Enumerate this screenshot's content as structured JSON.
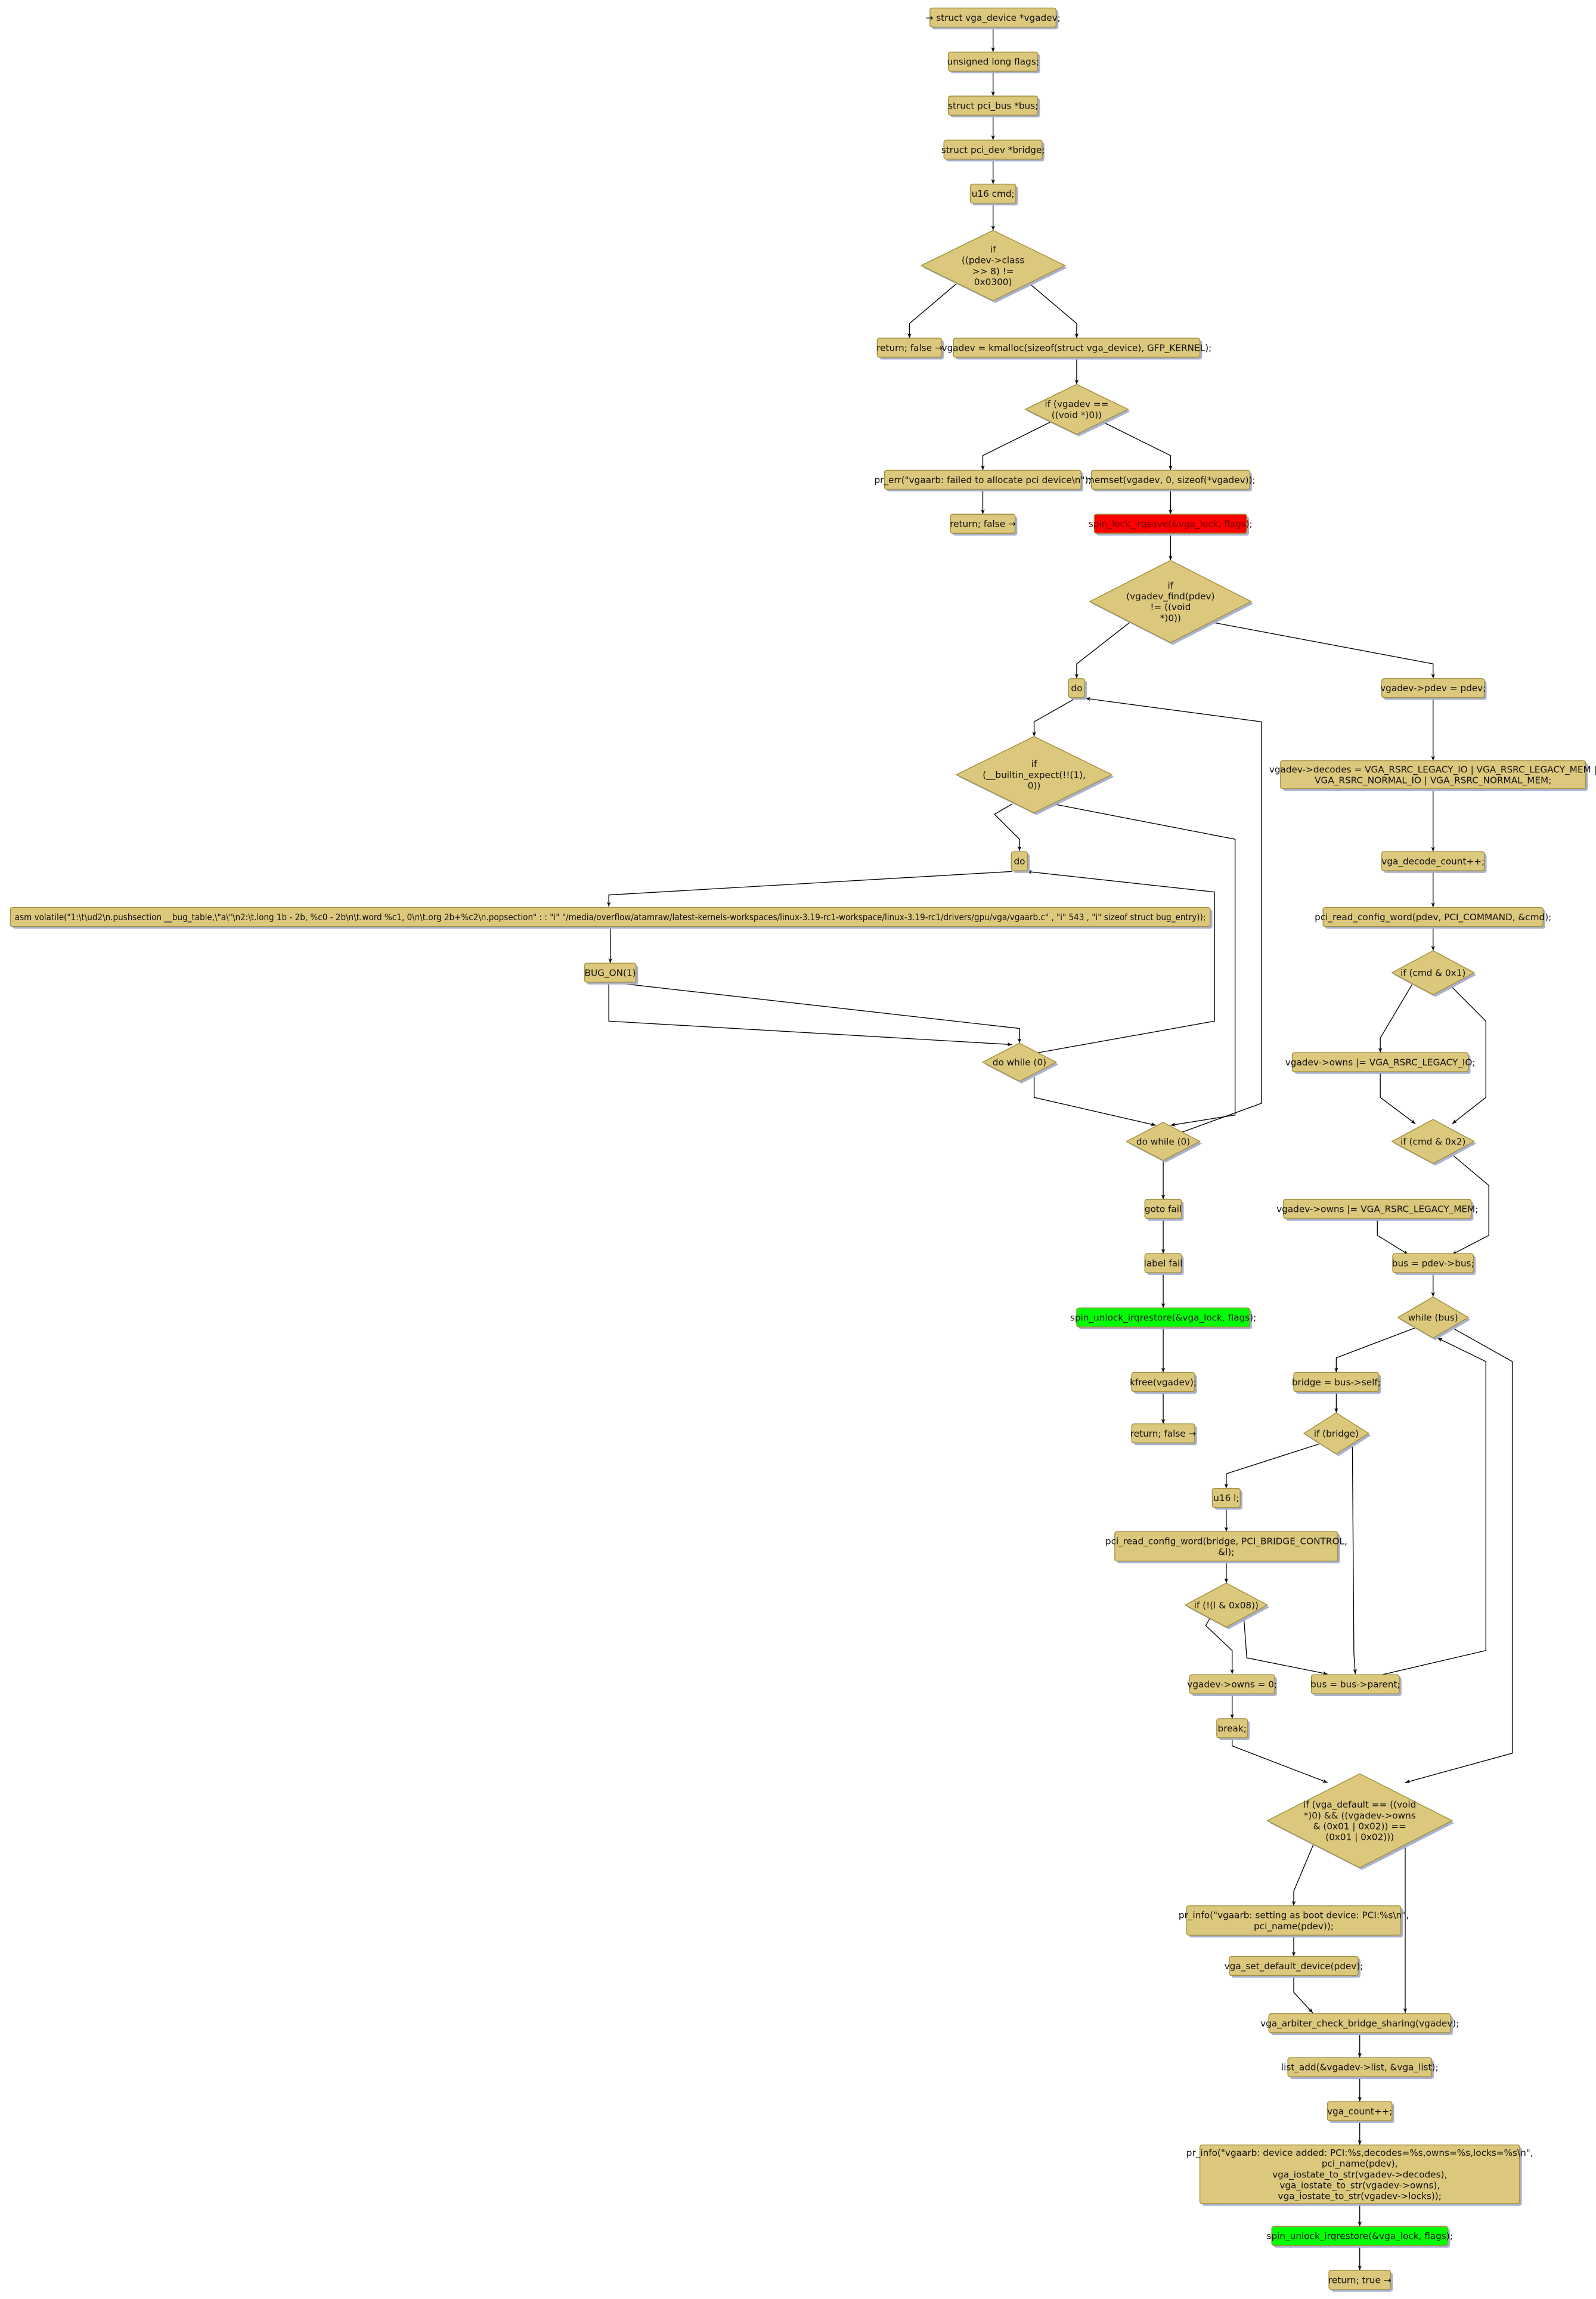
{
  "colors": {
    "node_fill": "#dcc87c",
    "lock_fill": "#ff0000",
    "unlock_fill": "#00ff00"
  },
  "nodes": [
    {
      "id": "n1",
      "kind": "box",
      "lines": [
        "→ struct vga_device *vgadev;"
      ]
    },
    {
      "id": "n2",
      "kind": "box",
      "lines": [
        "unsigned long flags;"
      ]
    },
    {
      "id": "n3",
      "kind": "box",
      "lines": [
        "struct pci_bus *bus;"
      ]
    },
    {
      "id": "n4",
      "kind": "box",
      "lines": [
        "struct pci_dev *bridge;"
      ]
    },
    {
      "id": "n5",
      "kind": "box",
      "lines": [
        "u16 cmd;"
      ]
    },
    {
      "id": "n6",
      "kind": "decision",
      "lines": [
        "if",
        "((pdev->class",
        ">> 8) !=",
        "0x0300)"
      ]
    },
    {
      "id": "n7",
      "kind": "box",
      "lines": [
        "return; false →"
      ]
    },
    {
      "id": "n8",
      "kind": "box",
      "lines": [
        "vgadev = kmalloc(sizeof(struct vga_device), GFP_KERNEL);"
      ]
    },
    {
      "id": "n9",
      "kind": "decision",
      "lines": [
        "if (vgadev ==",
        "((void *)0))"
      ]
    },
    {
      "id": "n10",
      "kind": "box",
      "lines": [
        "pr_err(\"vgaarb: failed to allocate pci device\\n\");"
      ]
    },
    {
      "id": "n11",
      "kind": "box",
      "lines": [
        "memset(vgadev, 0, sizeof(*vgadev));"
      ]
    },
    {
      "id": "n12",
      "kind": "box",
      "lines": [
        "return; false →"
      ]
    },
    {
      "id": "n13",
      "kind": "lock",
      "lines": [
        "spin_lock_irqsave(&vga_lock, flags);"
      ]
    },
    {
      "id": "n14",
      "kind": "decision",
      "lines": [
        "if",
        "(vgadev_find(pdev)",
        "!= ((void",
        "*)0))"
      ]
    },
    {
      "id": "n15",
      "kind": "box",
      "lines": [
        "do"
      ]
    },
    {
      "id": "n16",
      "kind": "box",
      "lines": [
        "vgadev->pdev = pdev;"
      ]
    },
    {
      "id": "n17",
      "kind": "decision",
      "lines": [
        "if",
        "(__builtin_expect(!!(1),",
        "0))"
      ]
    },
    {
      "id": "n18",
      "kind": "box",
      "lines": [
        "vgadev->decodes = VGA_RSRC_LEGACY_IO | VGA_RSRC_LEGACY_MEM |",
        "VGA_RSRC_NORMAL_IO | VGA_RSRC_NORMAL_MEM;"
      ]
    },
    {
      "id": "n19",
      "kind": "box",
      "lines": [
        "do"
      ]
    },
    {
      "id": "n20",
      "kind": "box",
      "lines": [
        "vga_decode_count++;"
      ]
    },
    {
      "id": "n21",
      "kind": "box",
      "lines": [
        "asm volatile(\"1:\\t\\ud2\\n.pushsection __bug_table,\\\"a\\\"\\n2:\\t.long 1b - 2b, %c0 - 2b\\n\\t.word %c1, 0\\n\\t.org 2b+%c2\\n.popsection\" : : \"i\" \"/media/overflow/atamraw/latest-kernels-workspaces/linux-3.19-rc1-workspace/linux-3.19-rc1/drivers/gpu/vga/vgaarb.c\" , \"i\" 543 , \"i\" sizeof struct bug_entry));"
      ]
    },
    {
      "id": "n22",
      "kind": "box",
      "lines": [
        "pci_read_config_word(pdev, PCI_COMMAND, &cmd);"
      ]
    },
    {
      "id": "n23",
      "kind": "box",
      "lines": [
        "BUG_ON(1)"
      ]
    },
    {
      "id": "n24",
      "kind": "decision",
      "lines": [
        "if (cmd & 0x1)"
      ]
    },
    {
      "id": "n25",
      "kind": "decision",
      "lines": [
        "do while (0)"
      ]
    },
    {
      "id": "n26",
      "kind": "box",
      "lines": [
        "vgadev->owns |= VGA_RSRC_LEGACY_IO;"
      ]
    },
    {
      "id": "n27",
      "kind": "decision",
      "lines": [
        "do while (0)"
      ]
    },
    {
      "id": "n28",
      "kind": "decision",
      "lines": [
        "if (cmd & 0x2)"
      ]
    },
    {
      "id": "n29",
      "kind": "box",
      "lines": [
        "goto fail"
      ]
    },
    {
      "id": "n30",
      "kind": "box",
      "lines": [
        "vgadev->owns |= VGA_RSRC_LEGACY_MEM;"
      ]
    },
    {
      "id": "n31",
      "kind": "box",
      "lines": [
        "label fail"
      ]
    },
    {
      "id": "n32",
      "kind": "box",
      "lines": [
        "bus = pdev->bus;"
      ]
    },
    {
      "id": "n33",
      "kind": "unlock",
      "lines": [
        "spin_unlock_irqrestore(&vga_lock, flags);"
      ]
    },
    {
      "id": "n34",
      "kind": "decision",
      "lines": [
        "while (bus)"
      ]
    },
    {
      "id": "n35",
      "kind": "box",
      "lines": [
        "kfree(vgadev);"
      ]
    },
    {
      "id": "n36",
      "kind": "box",
      "lines": [
        "bridge = bus->self;"
      ]
    },
    {
      "id": "n37",
      "kind": "box",
      "lines": [
        "return; false →"
      ]
    },
    {
      "id": "n38",
      "kind": "decision",
      "lines": [
        "if (bridge)"
      ]
    },
    {
      "id": "n39",
      "kind": "box",
      "lines": [
        "u16 l;"
      ]
    },
    {
      "id": "n40",
      "kind": "box",
      "lines": [
        "pci_read_config_word(bridge, PCI_BRIDGE_CONTROL,",
        "&l);"
      ]
    },
    {
      "id": "n41",
      "kind": "decision",
      "lines": [
        "if (!(l & 0x08))"
      ]
    },
    {
      "id": "n42",
      "kind": "box",
      "lines": [
        "vgadev->owns = 0;"
      ]
    },
    {
      "id": "n43",
      "kind": "box",
      "lines": [
        "bus = bus->parent;"
      ]
    },
    {
      "id": "n44",
      "kind": "box",
      "lines": [
        "break;"
      ]
    },
    {
      "id": "n45",
      "kind": "decision",
      "lines": [
        "if (vga_default == ((void",
        "*)0) && ((vgadev->owns",
        "& (0x01 | 0x02)) ==",
        "(0x01 | 0x02)))"
      ]
    },
    {
      "id": "n46",
      "kind": "box",
      "lines": [
        "pr_info(\"vgaarb: setting as boot device: PCI:%s\\n\",",
        "pci_name(pdev));"
      ]
    },
    {
      "id": "n47",
      "kind": "box",
      "lines": [
        "vga_set_default_device(pdev);"
      ]
    },
    {
      "id": "n48",
      "kind": "box",
      "lines": [
        "vga_arbiter_check_bridge_sharing(vgadev);"
      ]
    },
    {
      "id": "n49",
      "kind": "box",
      "lines": [
        "list_add(&vgadev->list, &vga_list);"
      ]
    },
    {
      "id": "n50",
      "kind": "box",
      "lines": [
        "vga_count++;"
      ]
    },
    {
      "id": "n51",
      "kind": "box",
      "lines": [
        "pr_info(\"vgaarb: device added: PCI:%s,decodes=%s,owns=%s,locks=%s\\n\",",
        "pci_name(pdev),",
        "vga_iostate_to_str(vgadev->decodes),",
        "vga_iostate_to_str(vgadev->owns),",
        "vga_iostate_to_str(vgadev->locks));"
      ]
    },
    {
      "id": "n52",
      "kind": "unlock",
      "lines": [
        "spin_unlock_irqrestore(&vga_lock, flags);"
      ]
    },
    {
      "id": "n53",
      "kind": "box",
      "lines": [
        "return; true →"
      ]
    }
  ]
}
